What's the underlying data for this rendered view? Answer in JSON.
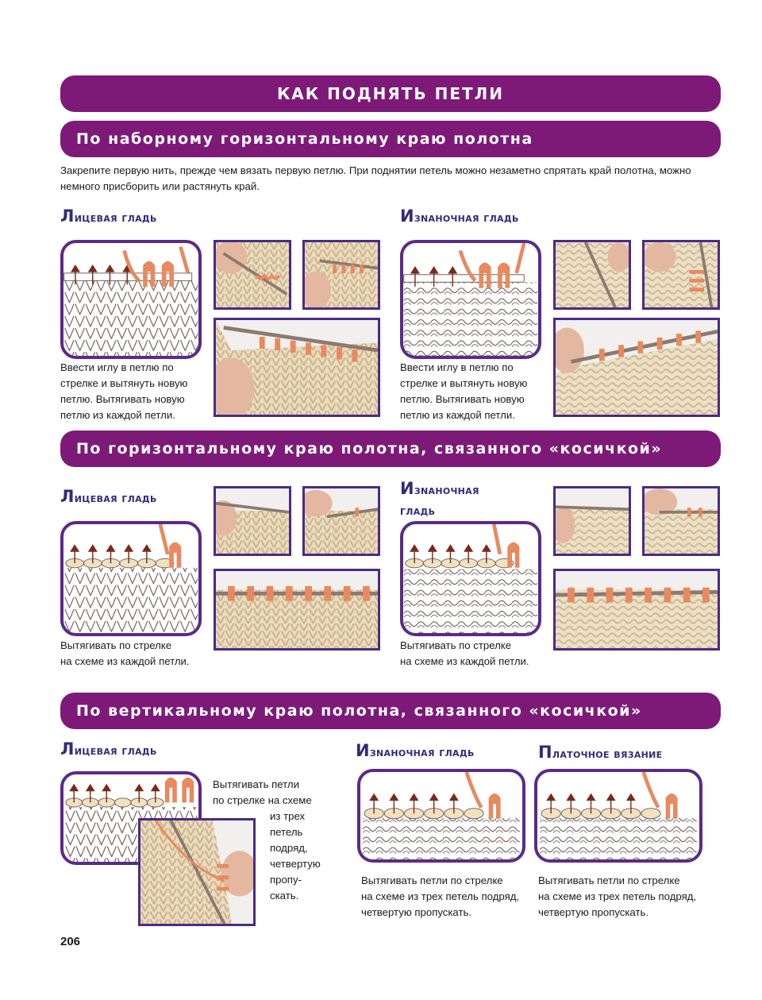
{
  "main_title": "КАК ПОДНЯТЬ ПЕТЛИ",
  "intro": "Закрепите первую нить, прежде чем вязать первую петлю. При поднятии петель можно незаметно спрятать край полотна, можно немного присборить или растянуть край.",
  "sections": [
    {
      "title": "По наборному горизонтальному краю полотна",
      "left": {
        "heading_cap": "Л",
        "heading_rest": "ицевая гладь",
        "caption": [
          "Ввести иглу в петлю по",
          "стрелке и вытянуть новую",
          "петлю. Вытягивать новую",
          "петлю из каждой петли."
        ]
      },
      "right": {
        "heading_cap": "И",
        "heading_rest": "зnаночная гладь",
        "caption": [
          "Ввести иглу в петлю по",
          "стрелке и вытянуть новую",
          "петлю. Вытягивать новую",
          "петлю из каждой петли."
        ]
      }
    },
    {
      "title": "По горизонтальному краю полотна, связанного «косичкой»",
      "left": {
        "heading_cap": "Л",
        "heading_rest": "ицевая гладь",
        "caption": [
          "Вытягивать по стрелке",
          "на схеме из каждой петли."
        ]
      },
      "right": {
        "heading_cap": "И",
        "heading_rest": "зnаночная",
        "heading_line2": "гладь",
        "caption": [
          "Вытягивать по стрелке",
          "на схеме из каждой петли."
        ]
      }
    },
    {
      "title": "По вертикальному краю полотна, связанного «косичкой»",
      "left": {
        "heading_cap": "Л",
        "heading_rest": "ицевая гладь",
        "caption": [
          "Вытягивать петли",
          "по стрелке на схеме",
          "из трех",
          "петель",
          "подряд,",
          "четвертую",
          "пропу-",
          "скать."
        ]
      },
      "middle": {
        "heading_cap": "И",
        "heading_rest": "зnаночная гладь",
        "caption": [
          "Вытягивать петли по стрелке",
          "на схеме из трех петель подряд,",
          "четвертую пропускать."
        ]
      },
      "right": {
        "heading_cap": "П",
        "heading_rest": "латочное вязание",
        "caption": [
          "Вытягивать петли по стрелке",
          "на схеме из трех петель подряд,",
          "четвертую пропускать."
        ]
      }
    }
  ],
  "page_number": "206",
  "colors": {
    "banner": "#7d1a78",
    "heading": "#2e2b7c",
    "frame": "#5b2a88",
    "yarn": "#e8895f",
    "fabric": "#ecdcbf"
  }
}
